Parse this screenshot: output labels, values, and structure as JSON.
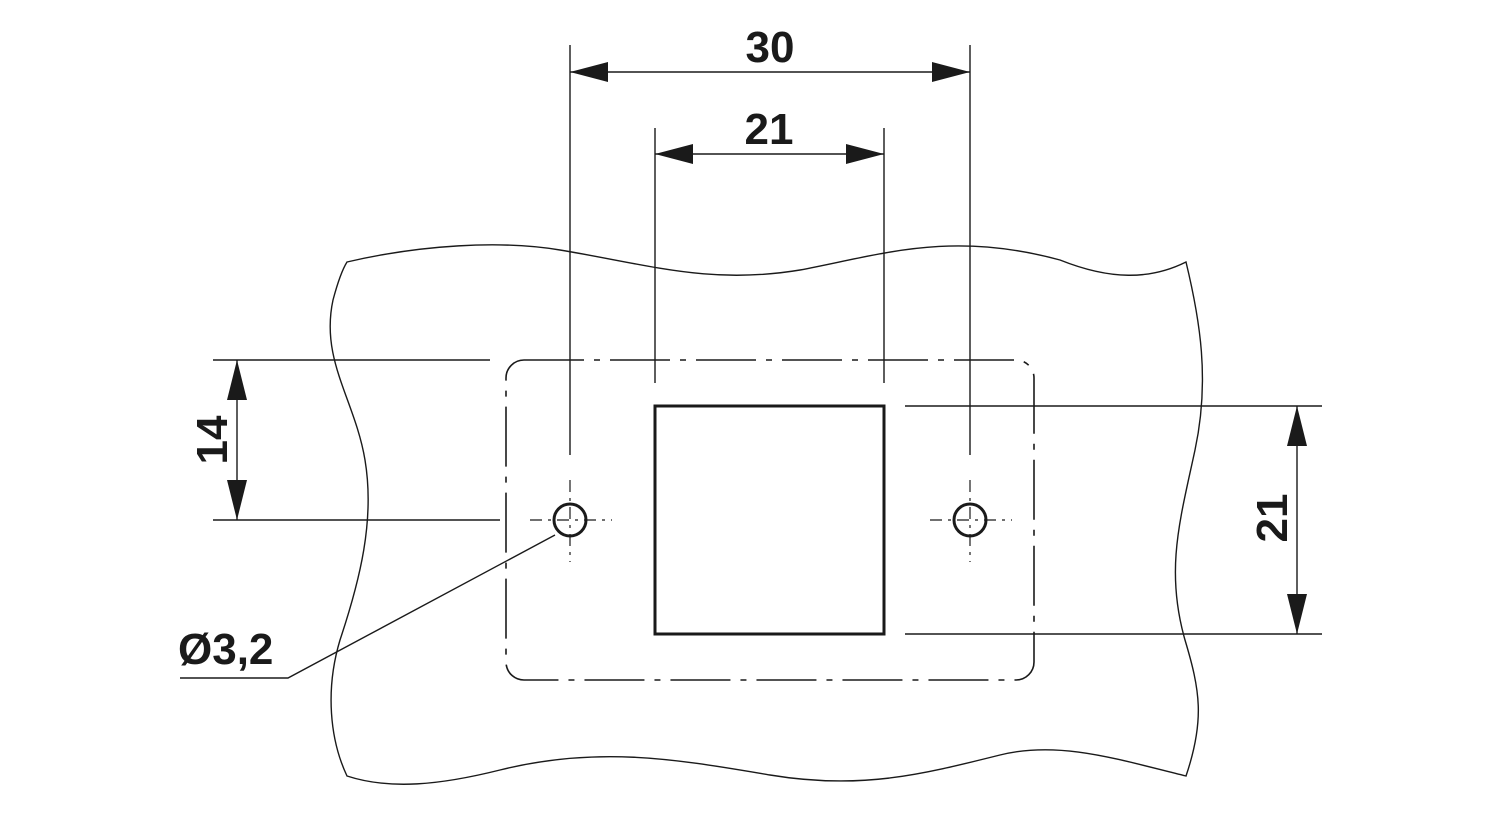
{
  "drawing": {
    "dimensions": {
      "overall_width": "30",
      "cutout_width": "21",
      "hole_offset": "14",
      "cutout_height": "21",
      "hole_diameter": "Ø3,2"
    }
  }
}
